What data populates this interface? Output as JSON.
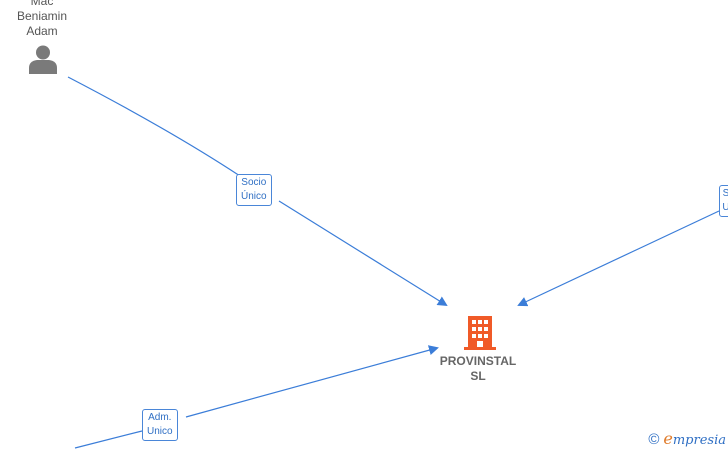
{
  "person": {
    "name_line1": "Mac",
    "name_line2": "Beniamin",
    "name_line3": "Adam"
  },
  "edges": [
    {
      "label_line1": "Socio",
      "label_line2": "Único"
    },
    {
      "label_line1": "Adm.",
      "label_line2": "Unico"
    },
    {
      "label_line1": "S",
      "label_line2": "U"
    }
  ],
  "company": {
    "name_line1": "PROVINSTAL",
    "name_line2": "SL"
  },
  "brand": {
    "copyright": "©",
    "logo_letter": "e",
    "logo_text": "mpresia"
  },
  "colors": {
    "edge": "#3b7dd8",
    "company_icon": "#f05a28",
    "person_icon": "#7a7a7a"
  }
}
